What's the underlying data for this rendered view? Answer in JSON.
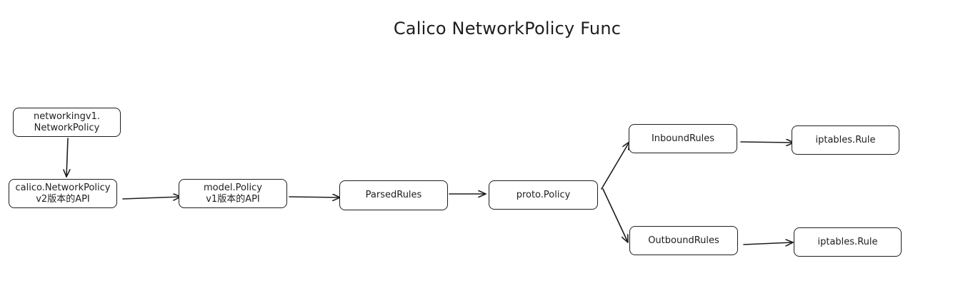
{
  "title": "Calico NetworkPolicy Func",
  "nodes": {
    "k8s_policy": {
      "line1": "networkingv1.",
      "line2": "NetworkPolicy"
    },
    "calico_policy": {
      "line1": "calico.NetworkPolicy",
      "line2": "v2版本的API"
    },
    "model_policy": {
      "line1": "model.Policy",
      "line2": "v1版本的API"
    },
    "parsed_rules": {
      "label": "ParsedRules"
    },
    "proto_policy": {
      "label": "proto.Policy"
    },
    "inbound_rules": {
      "label": "InboundRules"
    },
    "outbound_rules": {
      "label": "OutboundRules"
    },
    "iptables_in": {
      "label": "iptables.Rule"
    },
    "iptables_out": {
      "label": "iptables.Rule"
    }
  },
  "colors": {
    "stroke": "#1e1e1e",
    "background": "#ffffff"
  }
}
